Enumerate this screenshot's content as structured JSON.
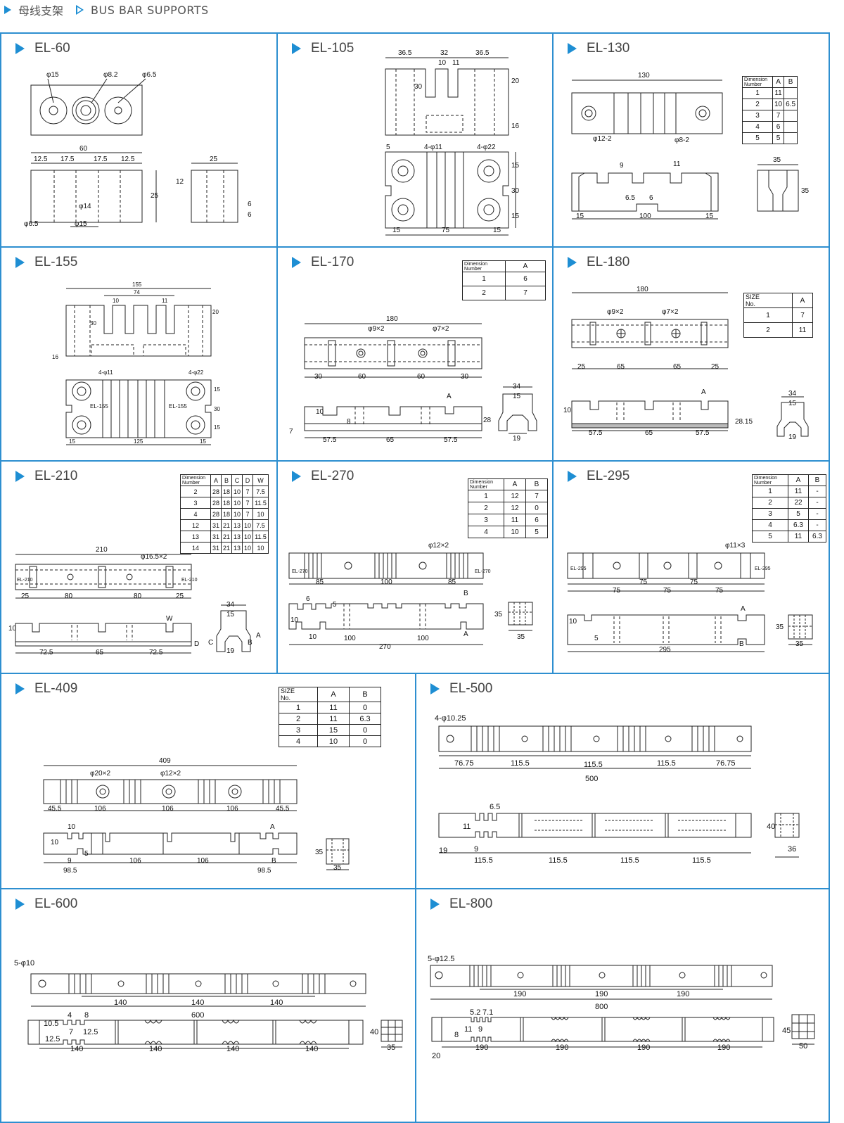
{
  "header": {
    "cn": "母线支架",
    "en": "BUS BAR SUPPORTS"
  },
  "items": [
    {
      "id": "el60",
      "title": "EL-60",
      "dims": [
        "φ15",
        "φ8.2",
        "φ6.5",
        "60",
        "12.5",
        "17.5",
        "17.5",
        "12.5",
        "25",
        "φ14",
        "φ6.5",
        "φ15",
        "25",
        "12",
        "6",
        "6"
      ]
    },
    {
      "id": "el105",
      "title": "EL-105",
      "dims": [
        "36.5",
        "32",
        "36.5",
        "10",
        "11",
        "30",
        "20",
        "16",
        "5",
        "4-φ11",
        "4-φ22",
        "15",
        "30",
        "15",
        "15",
        "75",
        "15"
      ]
    },
    {
      "id": "el130",
      "title": "EL-130",
      "dims": [
        "130",
        "φ12-2",
        "φ8-2",
        "9",
        "11",
        "6.5",
        "6",
        "15",
        "100",
        "15",
        "35",
        "35"
      ],
      "table": {
        "h1": "Dimension",
        "h2": "Number",
        "cols": [
          "A",
          "B"
        ],
        "rows": [
          [
            "1",
            "11",
            ""
          ],
          [
            "2",
            "10",
            "6.5"
          ],
          [
            "3",
            "7",
            ""
          ],
          [
            "4",
            "6",
            ""
          ],
          [
            "5",
            "5",
            ""
          ]
        ]
      }
    },
    {
      "id": "el155",
      "title": "EL-155",
      "dims": [
        "155",
        "74",
        "10",
        "11",
        "30",
        "20",
        "16",
        "4-φ11",
        "4-φ22",
        "15",
        "30",
        "15",
        "15",
        "125",
        "15",
        "EL-155",
        "EL-155"
      ]
    },
    {
      "id": "el170",
      "title": "EL-170",
      "dims": [
        "180",
        "φ9×2",
        "φ7×2",
        "30",
        "60",
        "60",
        "30",
        "A",
        "10",
        "8",
        "7",
        "28",
        "57.5",
        "65",
        "57.5",
        "34",
        "15",
        "19"
      ],
      "table": {
        "h1": "Dimension",
        "h2": "Number",
        "cols": [
          "A"
        ],
        "rows": [
          [
            "1",
            "6"
          ],
          [
            "2",
            "7"
          ]
        ]
      }
    },
    {
      "id": "el180",
      "title": "EL-180",
      "dims": [
        "180",
        "φ9×2",
        "φ7×2",
        "25",
        "65",
        "65",
        "25",
        "A",
        "10",
        "28.15",
        "57.5",
        "65",
        "57.5",
        "34",
        "15",
        "19"
      ],
      "table": {
        "h1": "SIZE",
        "h2": "No.",
        "cols": [
          "A"
        ],
        "rows": [
          [
            "1",
            "7"
          ],
          [
            "2",
            "11"
          ]
        ]
      }
    },
    {
      "id": "el210",
      "title": "EL-210",
      "dims": [
        "210",
        "φ16.5×2",
        "25",
        "80",
        "80",
        "25",
        "W",
        "10",
        "72.5",
        "65",
        "72.5",
        "34",
        "15",
        "19",
        "A",
        "B",
        "C",
        "D",
        "EL-210",
        "EL-210"
      ],
      "table": {
        "h1": "Dimension",
        "h2": "Number",
        "cols": [
          "A",
          "B",
          "C",
          "D",
          "W"
        ],
        "rows": [
          [
            "2",
            "28",
            "18",
            "10",
            "7",
            "7.5"
          ],
          [
            "3",
            "28",
            "18",
            "10",
            "7",
            "11.5"
          ],
          [
            "4",
            "28",
            "18",
            "10",
            "7",
            "10"
          ],
          [
            "12",
            "31",
            "21",
            "13",
            "10",
            "7.5"
          ],
          [
            "13",
            "31",
            "21",
            "13",
            "10",
            "11.5"
          ],
          [
            "14",
            "31",
            "21",
            "13",
            "10",
            "10"
          ]
        ]
      }
    },
    {
      "id": "el270",
      "title": "EL-270",
      "dims": [
        "φ12×2",
        "85",
        "100",
        "85",
        "6",
        "B",
        "5",
        "10",
        "10",
        "100",
        "100",
        "A",
        "270",
        "35",
        "35",
        "EL-270",
        "EL-270"
      ],
      "table": {
        "h1": "Dimension",
        "h2": "Number",
        "cols": [
          "A",
          "B"
        ],
        "rows": [
          [
            "1",
            "12",
            "7"
          ],
          [
            "2",
            "12",
            "0"
          ],
          [
            "3",
            "11",
            "6"
          ],
          [
            "4",
            "10",
            "5"
          ]
        ]
      }
    },
    {
      "id": "el295",
      "title": "EL-295",
      "dims": [
        "φ11×3",
        "75",
        "75",
        "75",
        "75",
        "75",
        "A",
        "10",
        "5",
        "B",
        "295",
        "35",
        "35",
        "EL-295",
        "EL-295"
      ],
      "table": {
        "h1": "Dimension",
        "h2": "Number",
        "cols": [
          "A",
          "B"
        ],
        "rows": [
          [
            "1",
            "11",
            "-"
          ],
          [
            "2",
            "22",
            "-"
          ],
          [
            "3",
            "5",
            "-"
          ],
          [
            "4",
            "6.3",
            "-"
          ],
          [
            "5",
            "11",
            "6.3"
          ]
        ]
      }
    },
    {
      "id": "el409",
      "title": "EL-409",
      "dims": [
        "409",
        "φ20×2",
        "φ12×2",
        "45.5",
        "106",
        "106",
        "106",
        "45.5",
        "10",
        "A",
        "10",
        "5",
        "9",
        "106",
        "106",
        "B",
        "98.5",
        "98.5",
        "35",
        "35"
      ],
      "table": {
        "h1": "SIZE",
        "h2": "No.",
        "cols": [
          "A",
          "B"
        ],
        "rows": [
          [
            "1",
            "11",
            "0"
          ],
          [
            "2",
            "11",
            "6.3"
          ],
          [
            "3",
            "15",
            "0"
          ],
          [
            "4",
            "10",
            "0"
          ]
        ]
      }
    },
    {
      "id": "el500",
      "title": "EL-500",
      "dims": [
        "4-φ10.25",
        "76.75",
        "115.5",
        "115.5",
        "115.5",
        "76.75",
        "500",
        "6.5",
        "11",
        "9",
        "19",
        "115.5",
        "115.5",
        "115.5",
        "115.5",
        "40",
        "36"
      ]
    },
    {
      "id": "el600",
      "title": "EL-600",
      "dims": [
        "5-φ10",
        "140",
        "140",
        "140",
        "600",
        "4",
        "8",
        "10.5",
        "7",
        "12.5",
        "12.5",
        "140",
        "140",
        "140",
        "140",
        "40",
        "35"
      ]
    },
    {
      "id": "el800",
      "title": "EL-800",
      "dims": [
        "5-φ12.5",
        "190",
        "190",
        "190",
        "800",
        "5.2",
        "7.1",
        "11",
        "9",
        "8",
        "190",
        "190",
        "190",
        "190",
        "20",
        "45",
        "50"
      ]
    }
  ]
}
